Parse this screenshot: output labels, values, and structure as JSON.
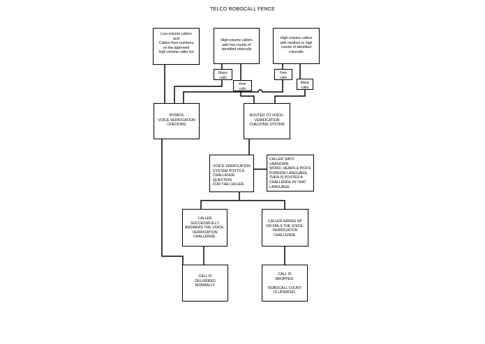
{
  "title": "TELCO ROBOCALL FENCE",
  "nodes": {
    "low_volume": "Low-volume callers\n        and\nCallers from numbers\non the approved\nhigh-volume caller list",
    "high_low": "High-volume callers\nwith low counts of\nidentified robocalls",
    "high_med": "High-volume callers\nwith medium to high\ncounts of identified\nrobocalls",
    "many_calls_1": "Many\ncalls",
    "few_calls_1": "Few\ncalls",
    "few_calls_2": "Few\ncalls",
    "many_calls_2": "Many\ncalls",
    "bypass": "BYPASS\nVOICE VERIFICATION\nCHECKING",
    "routed": "ROUTED TO VOICE-\nVERIFICATION\nCHECKING SYSTEM",
    "challenge": "VOICE-VERIFICATION\nSYSTEM POSTS A\nCHALLENGE QUESTION\nFOR THE CALLER.",
    "unknown_word": "CALLER SAYS UNKNOWN\nWORD, HEARS & PICKS\nFOREIGN LANGUAGE,\nTHEN IS POSTED A\nCHALLENGE IN THAT\nLANGUAGE.",
    "success": "CALLER SUCCESSFULLY\nANSWERS THE VOICE-\nVERIFICATION\nCHALLENGE.",
    "fail": "CALLER HANGS UP\nOR FAILS THE VOICE-\nVERIFICATION\nCHALLENGE.",
    "delivered": "CALL IS\nDELIVERED\nNORMALLY.",
    "dropped": "CALL IS\nDROPPED.\n\nROBOCALL COUNT\nIS UPDATED."
  }
}
